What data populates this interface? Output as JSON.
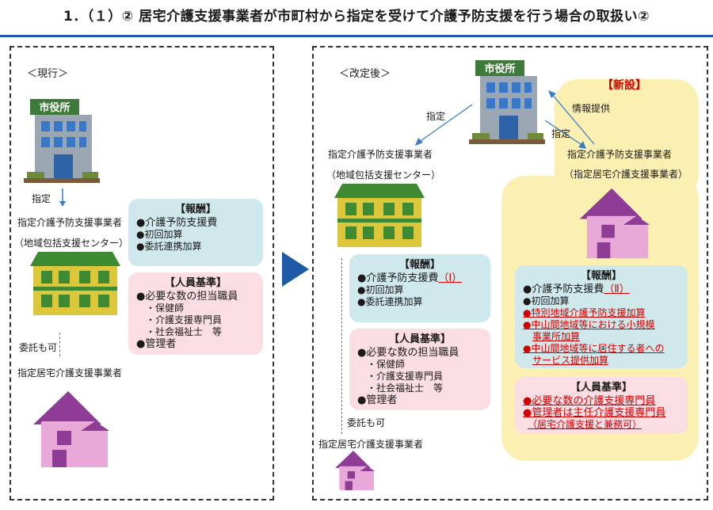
{
  "title": "1．（１）② 居宅介護支援事業者が市町村から指定を受けて介護予防支援を行う場合の取扱い②",
  "colors": {
    "accent": "#1f5aa6",
    "fee_box": "#cfe8ec",
    "staff_box": "#fbdde4",
    "new_area": "#fbf0b2",
    "new_red": "#d40000"
  },
  "left": {
    "label": "＜現行＞",
    "city_hall_sign": "市役所",
    "designate": "指定",
    "center_name": "指定介護予防支援事業者",
    "center_sub": "（地域包括支援センター）",
    "entrust": "委託も可",
    "home_provider": "指定居宅介護支援事業者",
    "fee": {
      "header": "【報酬】",
      "items": [
        "介護予防支援費",
        "初回加算",
        "委託連携加算"
      ]
    },
    "staff": {
      "header": "【人員基準】",
      "items": [
        "必要な数の担当職員",
        "・保健師",
        "・介護支援専門員",
        "・社会福祉士　等",
        "管理者"
      ]
    }
  },
  "right": {
    "label": "＜改定後＞",
    "city_hall_sign": "市役所",
    "designate_left": "指定",
    "info": "情報提供",
    "designate_right": "指定",
    "new_tag": "【新設】",
    "center_name": "指定介護予防支援事業者",
    "center_sub": "（地域包括支援センター）",
    "home_provider_name": "指定介護予防支援事業者",
    "home_provider_sub": "（指定居宅介護支援事業者）",
    "entrust": "委託も可",
    "bottom_provider": "指定居宅介護支援事業者",
    "fee1": {
      "header": "【報酬】",
      "main": "介護予防支援費",
      "mark": "（Ⅰ）",
      "items": [
        "初回加算",
        "委託連携加算"
      ]
    },
    "staff1": {
      "header": "【人員基準】",
      "items": [
        "必要な数の担当職員",
        "・保健師",
        "・介護支援専門員",
        "・社会福祉士　等",
        "管理者"
      ]
    },
    "fee2": {
      "header": "【報酬】",
      "main": "介護予防支援費",
      "mark": "（Ⅱ）",
      "item1": "初回加算",
      "red_items": [
        "特別地域介護予防支援加算",
        "中山間地域等における小規模",
        "事業所加算",
        "中山間地域等に居住する者への",
        "サービス提供加算"
      ]
    },
    "staff2": {
      "header": "【人員基準】",
      "red_items": [
        "必要な数の介護支援専門員",
        "管理者は主任介護支援専門員",
        "（居宅介護支援と兼務可）"
      ]
    }
  }
}
